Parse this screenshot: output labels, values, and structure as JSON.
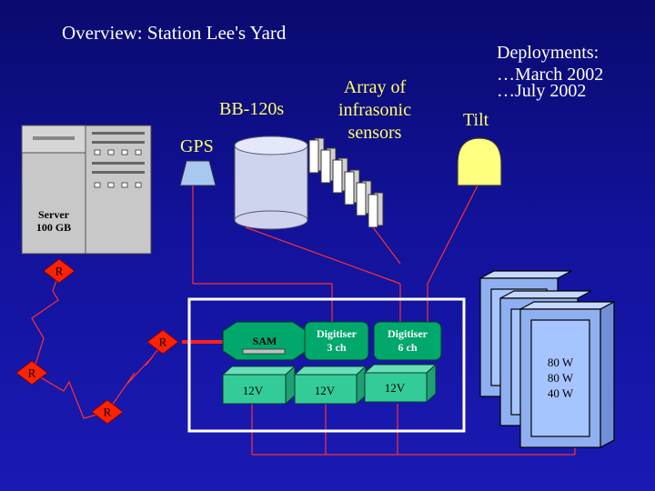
{
  "title": "Overview:  Station Lee's Yard",
  "deployments": {
    "heading": "Deployments:",
    "items": [
      "…March 2002",
      "…July 2002"
    ]
  },
  "labels": {
    "bb120s": "BB-120s",
    "gps": "GPS",
    "infrasonic": [
      "Array of",
      "infrasonic",
      "sensors"
    ],
    "tilt": "Tilt"
  },
  "server": {
    "line1": "Server",
    "line2": "100 GB"
  },
  "router_label": "R",
  "sam_label": "SAM",
  "digitisers": [
    {
      "line1": "Digitiser",
      "line2": "3 ch"
    },
    {
      "line1": "Digitiser",
      "line2": "6 ch"
    }
  ],
  "batteries": [
    "12V",
    "12V",
    "12V"
  ],
  "solar_panels": [
    "80 W",
    "80 W",
    "40 W"
  ],
  "colors": {
    "background": "#12129a",
    "highlight_text": "#ffff66",
    "router_fill": "#ff2200",
    "wire": "#ff3030",
    "green_box": "#00a86b",
    "battery": "#33cc99",
    "panel": "#a6c4ff",
    "tilt_fill": "#ffff80"
  }
}
